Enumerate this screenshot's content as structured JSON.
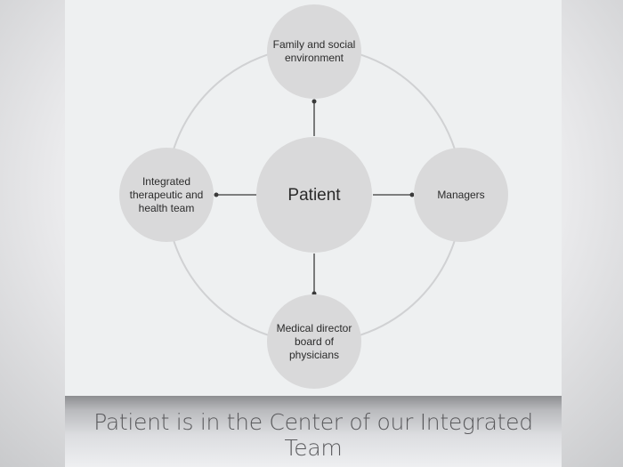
{
  "diagram": {
    "center": {
      "label": "Patient"
    },
    "nodes": {
      "top": {
        "label_lines": [
          "Family and social",
          "environment"
        ]
      },
      "right": {
        "label_lines": [
          "Managers"
        ]
      },
      "bottom": {
        "label_lines": [
          "Medical director",
          "board of",
          "physicians"
        ]
      },
      "left": {
        "label_lines": [
          "Integrated",
          "therapeutic and",
          "health team"
        ]
      }
    },
    "colors": {
      "node_fill": "#d9d9da",
      "ring_stroke": "#d0d1d3",
      "connector": "#3a3a3a",
      "panel_bg": "#eef0f1"
    }
  },
  "caption": "Patient is in the Center of our Integrated Team"
}
